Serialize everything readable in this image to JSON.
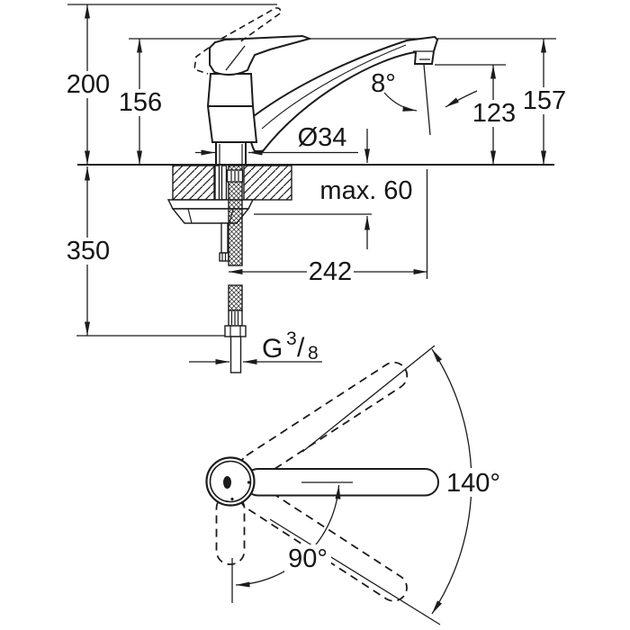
{
  "drawing": {
    "type": "technical-dimension-diagram",
    "subject": "single-lever kitchen sink mixer faucet, side installation view and top swivel view",
    "colors": {
      "background": "#ffffff",
      "line": "#1c1c1c",
      "text": "#161616"
    }
  },
  "labels": {
    "total_height": "200",
    "body_height": "156",
    "under_counter_length": "350",
    "base_diameter": "Ø34",
    "max_counter_thickness": "max. 60",
    "spout_reach": "242",
    "outlet_angle": "8°",
    "outlet_height": "123",
    "spout_height": "157",
    "thread_g": "G",
    "thread_numerator": "3",
    "thread_slash": "/",
    "thread_denominator": "8",
    "swivel_range": "140°",
    "handle_range": "90°"
  }
}
